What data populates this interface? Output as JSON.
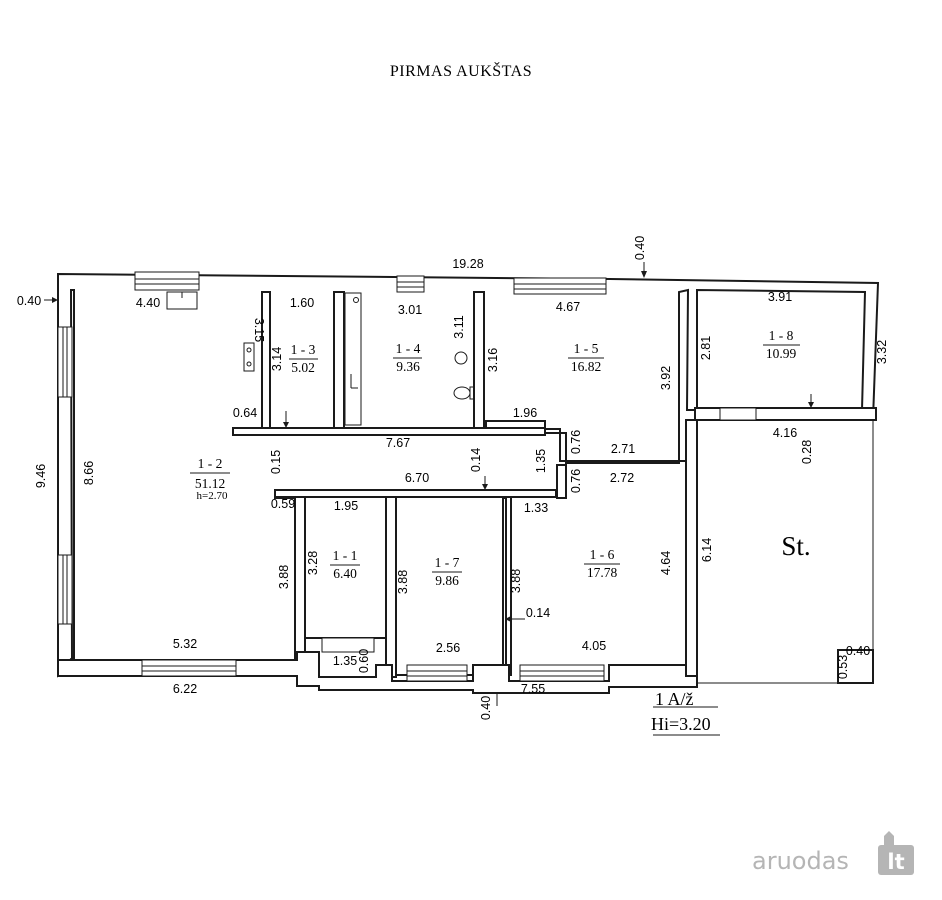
{
  "title": "PIRMAS AUKŠTAS",
  "dimensions": {
    "top_total": "19.28",
    "top_offset": "0.40",
    "left_offset": "0.40",
    "left_total": "9.46",
    "r12_width_top": "4.40",
    "r12_height": "8.66",
    "r12_nook_height": "3.15",
    "r12_nook_width": "0.64",
    "r12_lower_height": "3.88",
    "r12_bottom": "5.32",
    "bottom_left": "6.22",
    "r13_width": "1.60",
    "r13_height": "3.14",
    "r14_width": "3.01",
    "r14_height": "3.11",
    "r15_width": "4.67",
    "r15_left_h": "3.16",
    "r15_right_h": "3.92",
    "r15_step": "1.96",
    "r15_bottom": "2.71",
    "r18_width": "3.91",
    "r18_left_h": "2.81",
    "right_wall": "3.32",
    "r18_gap": "4.16",
    "r18_wall": "0.28",
    "hall_width": "7.67",
    "hall_gap": "0.15",
    "hall_inner": "6.70",
    "hall_inner_h": "0.14",
    "hall_height": "1.35",
    "hall_r16a": "0.76",
    "hall_r16b": "0.76",
    "r16_width": "2.72",
    "r16_step": "1.33",
    "r16_height": "4.64",
    "r16_left_h": "3.88",
    "r16_gap": "0.14",
    "r16_bottom": "4.05",
    "r11_edge": "0.59",
    "r11_width": "1.95",
    "r11_height": "3.28",
    "r17_height": "3.88",
    "r17_bottom": "2.56",
    "entry_width": "1.35",
    "entry_depth": "0.60",
    "bottom_wall": "0.40",
    "bottom_right": "7.55",
    "st_height": "6.14",
    "st_corner_h": "0.53",
    "st_corner_w": "0.40"
  },
  "rooms": [
    {
      "id": "1 - 1",
      "area": "6.40"
    },
    {
      "id": "1 - 2",
      "area": "51.12",
      "height": "h=2.70"
    },
    {
      "id": "1 - 3",
      "area": "5.02"
    },
    {
      "id": "1 - 4",
      "area": "9.36"
    },
    {
      "id": "1 - 5",
      "area": "16.82"
    },
    {
      "id": "1 - 6",
      "area": "17.78"
    },
    {
      "id": "1 - 7",
      "area": "9.86"
    },
    {
      "id": "1 - 8",
      "area": "10.99"
    }
  ],
  "terrace_label": "St.",
  "building_code": "1 A/ž",
  "floor_height": "Hi=3.20",
  "logo": {
    "text": "aruodas",
    "badge": "lt",
    "color": "#b5b5b5"
  }
}
